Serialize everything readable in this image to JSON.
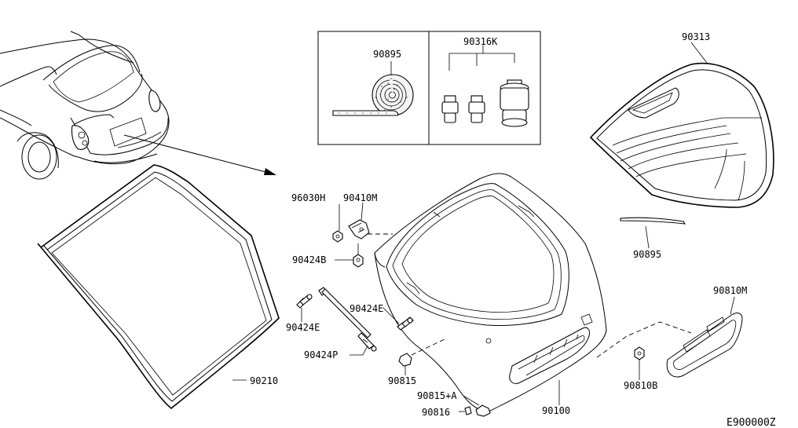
{
  "diagram_code": "E900000Z",
  "parts": {
    "p90895_inset": "90895",
    "p90316K": "90316K",
    "p90313": "90313",
    "p90895_glass": "90895",
    "p96030H": "96030H",
    "p90410M": "90410M",
    "p90424B": "90424B",
    "p90424E_left": "90424E",
    "p90424E_right": "90424E",
    "p90424P": "90424P",
    "p90815": "90815",
    "p90815A": "90815+A",
    "p90816": "90816",
    "p90100": "90100",
    "p90210": "90210",
    "p90810M": "90810M",
    "p90810B": "90810B"
  }
}
